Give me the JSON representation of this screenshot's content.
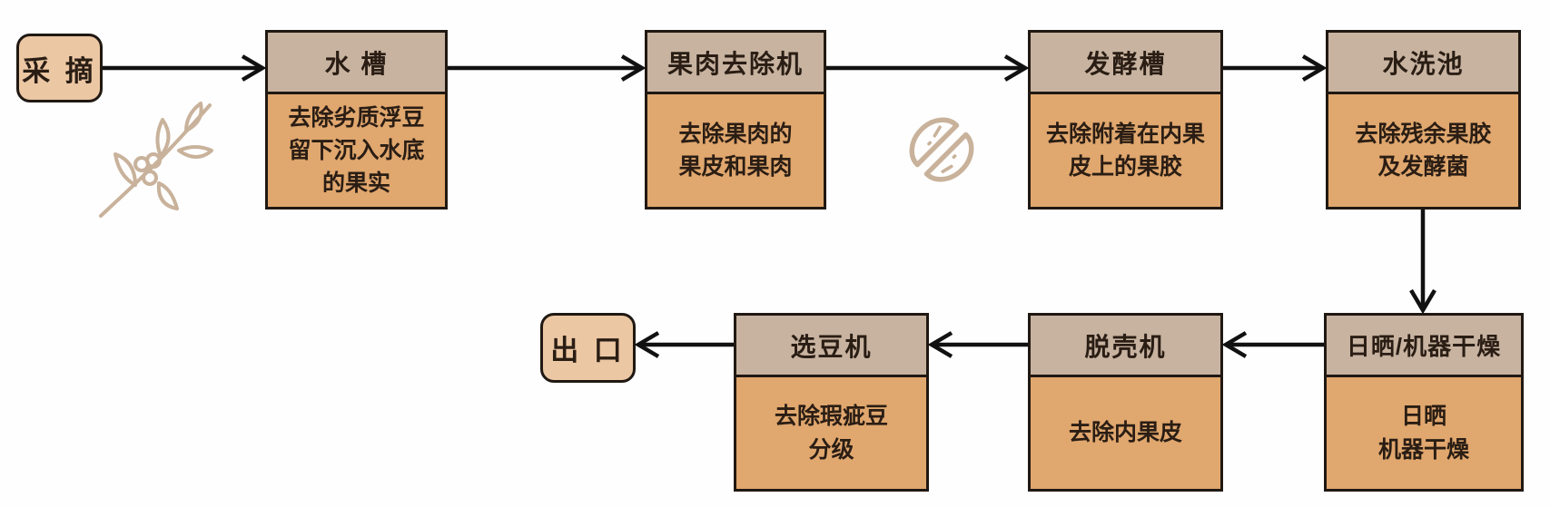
{
  "diagram": {
    "colors": {
      "node_header_bg": "#c7b3a0",
      "node_body_bg": "#e0a76e",
      "terminal_bg": "#ebc7a3",
      "border": "#201812",
      "arrow": "#111111",
      "text": "#2a1d14",
      "decoration_stroke": "#c9b29b",
      "background": "#fefefe"
    },
    "icons": {
      "branch": "coffee-branch-icon",
      "bean": "coffee-bean-icon"
    },
    "nodes": {
      "picking": {
        "label": "采 摘"
      },
      "water_tank": {
        "title": "水 槽",
        "desc_lines": [
          "去除劣质浮豆",
          "留下沉入水底",
          "的果实"
        ]
      },
      "pulp_remover": {
        "title": "果肉去除机",
        "desc_lines": [
          "去除果肉的",
          "果皮和果肉"
        ]
      },
      "fermentation_tank": {
        "title": "发酵槽",
        "desc_lines": [
          "去除附着在内果",
          "皮上的果胶"
        ]
      },
      "washing_pool": {
        "title": "水洗池",
        "desc_lines": [
          "去除残余果胶",
          "及发酵菌"
        ]
      },
      "drying": {
        "title": "日晒/机器干燥",
        "desc_lines": [
          "日晒",
          "机器干燥"
        ]
      },
      "hulling_machine": {
        "title": "脱壳机",
        "desc_lines": [
          "去除内果皮"
        ]
      },
      "bean_sorter": {
        "title": "选豆机",
        "desc_lines": [
          "去除瑕疵豆",
          "分级"
        ]
      },
      "export": {
        "label": "出 口"
      }
    },
    "edges": [
      {
        "from": "picking",
        "to": "water_tank"
      },
      {
        "from": "water_tank",
        "to": "pulp_remover"
      },
      {
        "from": "pulp_remover",
        "to": "fermentation_tank"
      },
      {
        "from": "fermentation_tank",
        "to": "washing_pool"
      },
      {
        "from": "washing_pool",
        "to": "drying"
      },
      {
        "from": "drying",
        "to": "hulling_machine"
      },
      {
        "from": "hulling_machine",
        "to": "bean_sorter"
      },
      {
        "from": "bean_sorter",
        "to": "export"
      }
    ]
  }
}
